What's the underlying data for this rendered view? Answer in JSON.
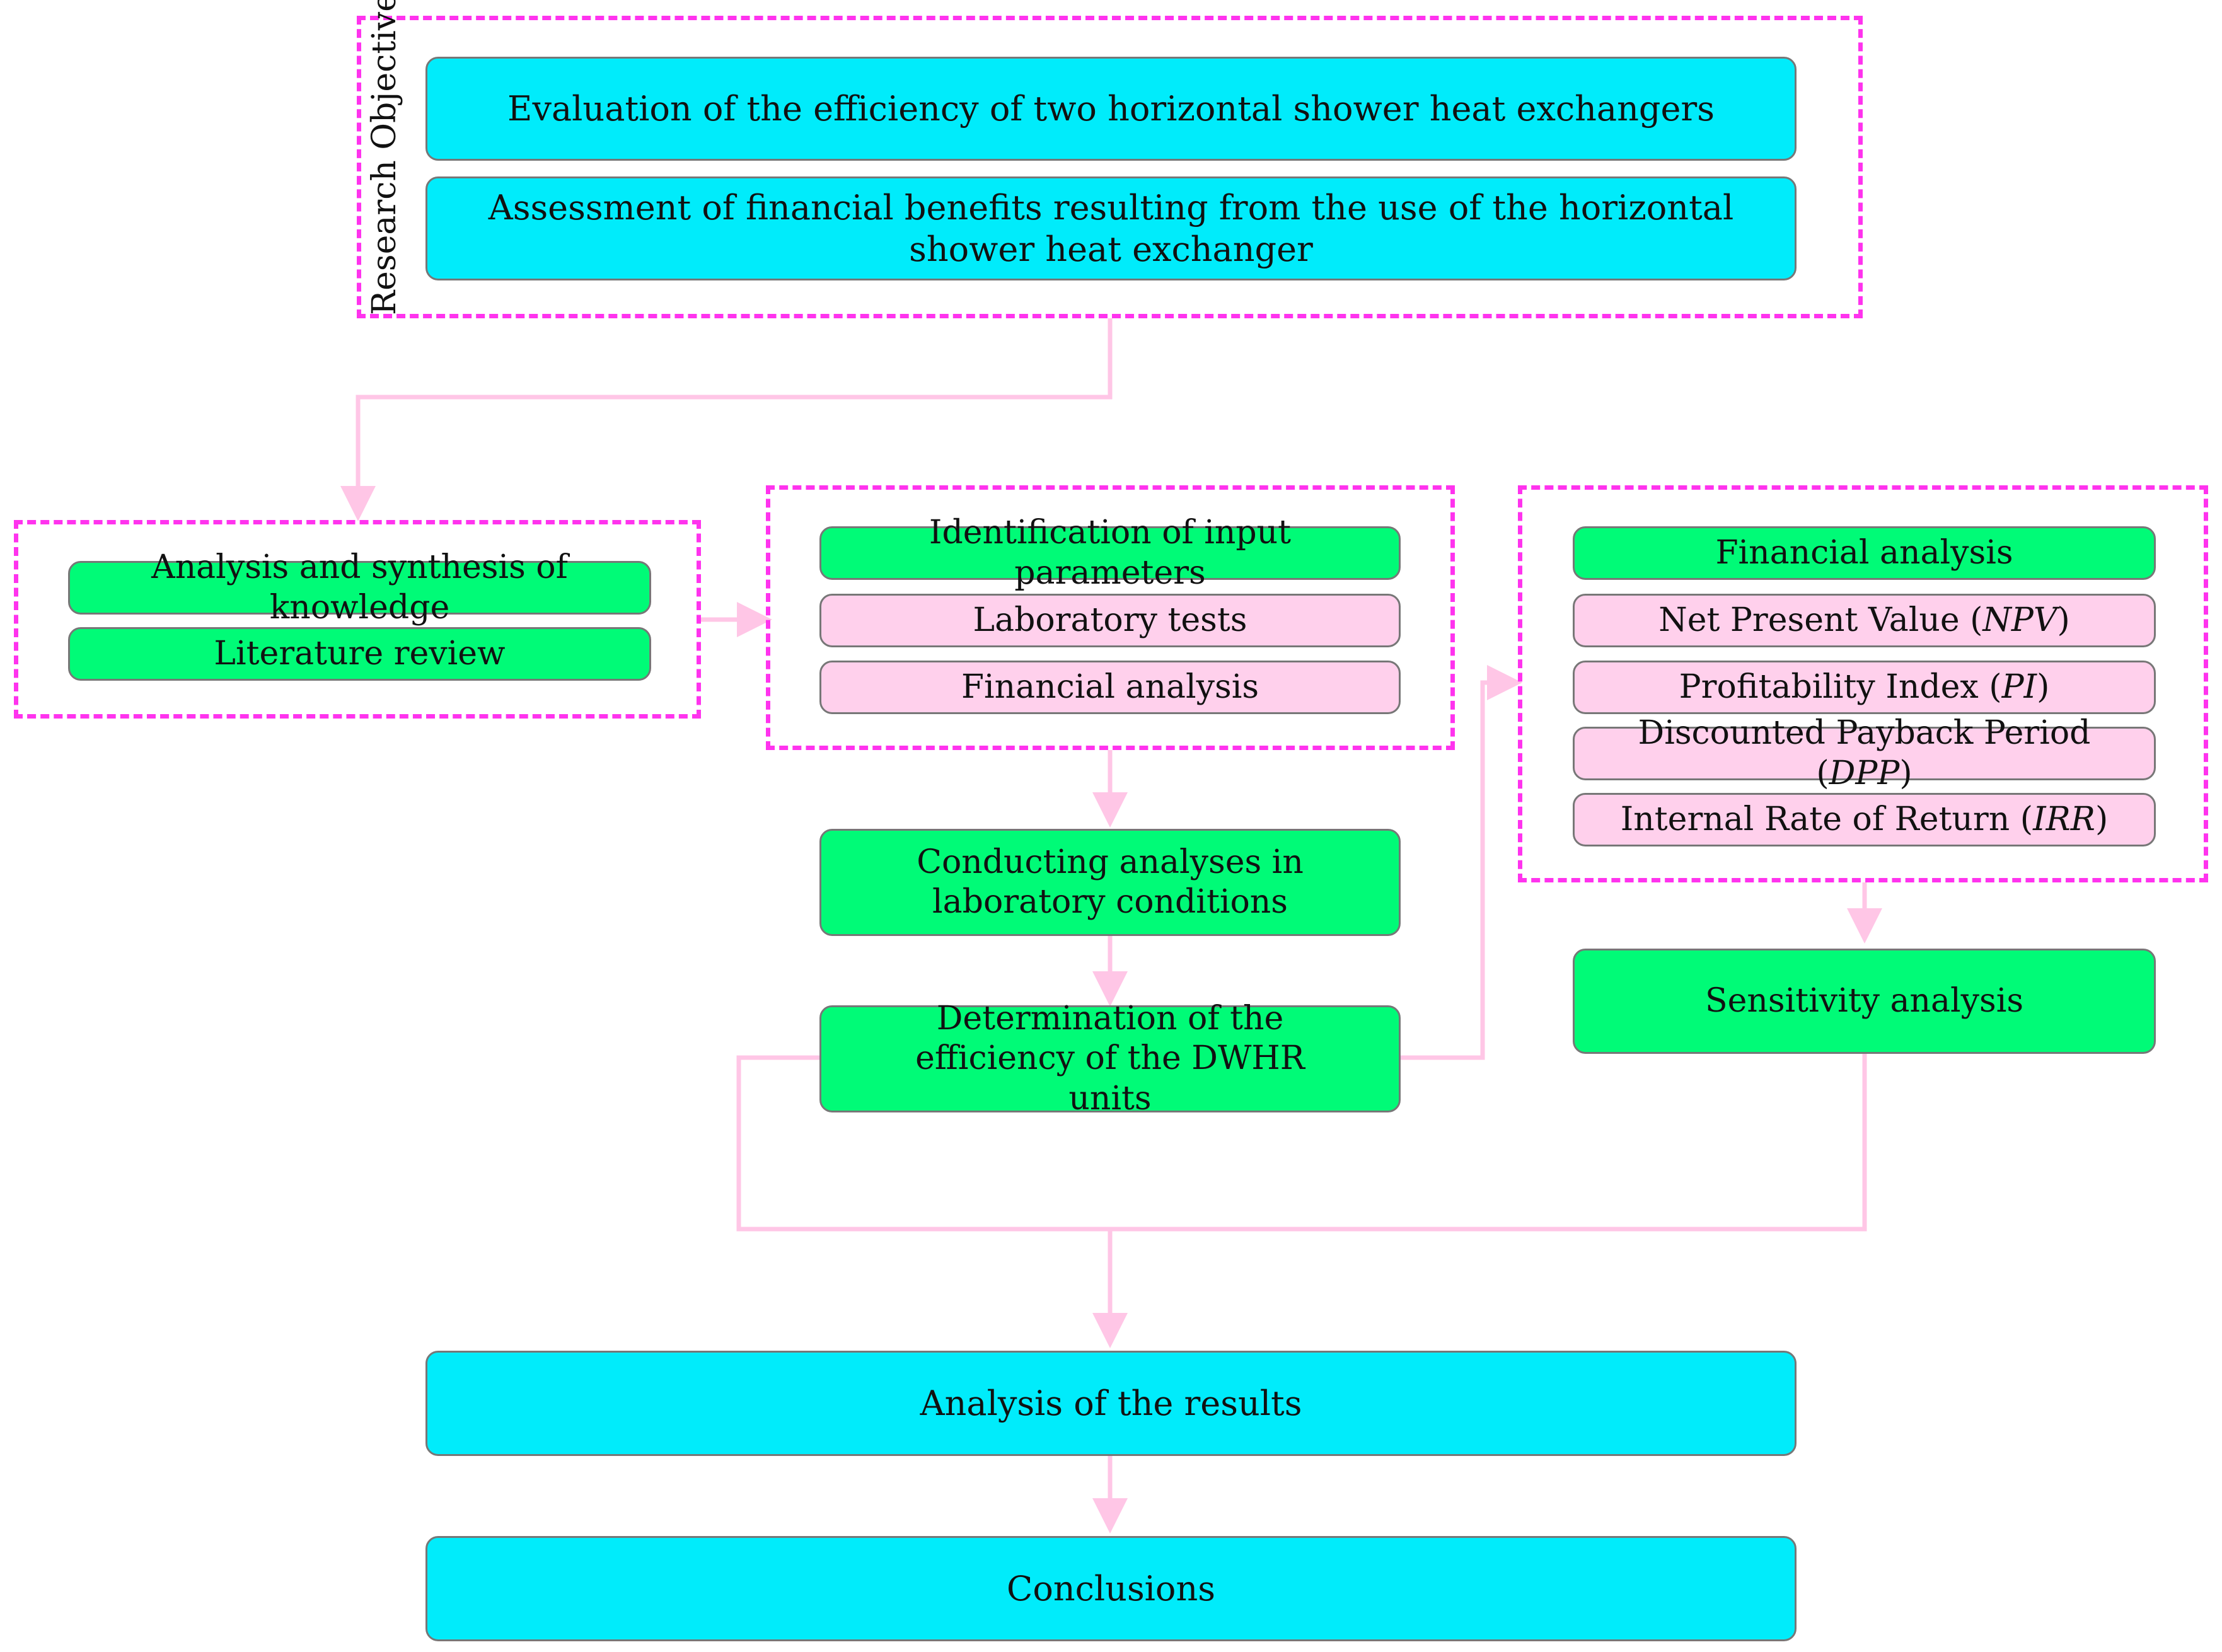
{
  "research_objectives": {
    "label": "Research Objectives",
    "items": [
      "Evaluation of the efficiency of two horizontal shower heat exchangers",
      "Assessment of financial benefits resulting from the use of the horizontal shower heat exchanger"
    ]
  },
  "knowledge_group": {
    "items": [
      "Analysis and synthesis of knowledge",
      "Literature review"
    ]
  },
  "input_group": {
    "items": [
      "Identification of input parameters",
      "Laboratory tests",
      "Financial analysis"
    ]
  },
  "lab_step": "Conducting analyses in laboratory conditions",
  "efficiency_step": "Determination of the efficiency of the DWHR units",
  "financial_group": {
    "title": "Financial analysis",
    "metrics": [
      {
        "label": "Net Present Value (",
        "abbr": "NPV",
        "close": ")"
      },
      {
        "label": "Profitability Index (",
        "abbr": "PI",
        "close": ")"
      },
      {
        "label": "Discounted Payback Period (",
        "abbr": "DPP",
        "close": ")"
      },
      {
        "label": "Internal Rate of Return (",
        "abbr": "IRR",
        "close": ")"
      }
    ]
  },
  "sensitivity_step": "Sensitivity analysis",
  "results_step": "Analysis of the results",
  "conclusions_step": "Conclusions",
  "colors": {
    "objective_fill": "#00ecfb",
    "step_fill": "#00fb77",
    "detail_fill": "#ffd0ec",
    "group_border": "#ff33ee",
    "connector": "#ffc6e6"
  }
}
